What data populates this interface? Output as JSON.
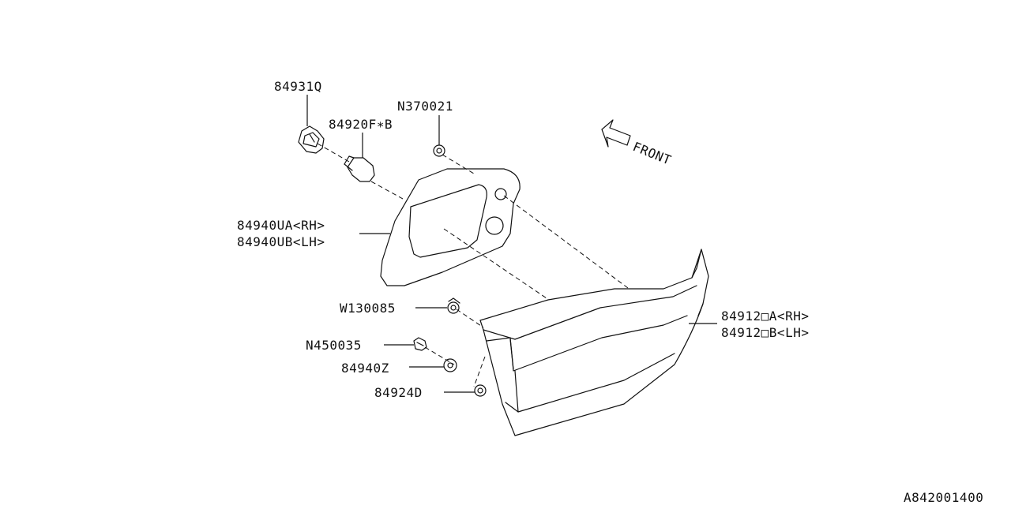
{
  "diagram": {
    "front_label": "FRONT",
    "code": "A842001400",
    "callouts": [
      {
        "id": "84931Q",
        "text": "84931Q"
      },
      {
        "id": "84920F",
        "text": "84920F∗B"
      },
      {
        "id": "N370021",
        "text": "N370021"
      },
      {
        "id": "84940UA",
        "text": "84940UA<RH>"
      },
      {
        "id": "84940UB",
        "text": "84940UB<LH>"
      },
      {
        "id": "W130085",
        "text": "W130085"
      },
      {
        "id": "N450035",
        "text": "N450035"
      },
      {
        "id": "84940Z",
        "text": "84940Z"
      },
      {
        "id": "84924D",
        "text": "84924D"
      },
      {
        "id": "84912A",
        "text": "84912□A<RH>"
      },
      {
        "id": "84912B",
        "text": "84912□B<LH>"
      }
    ]
  }
}
